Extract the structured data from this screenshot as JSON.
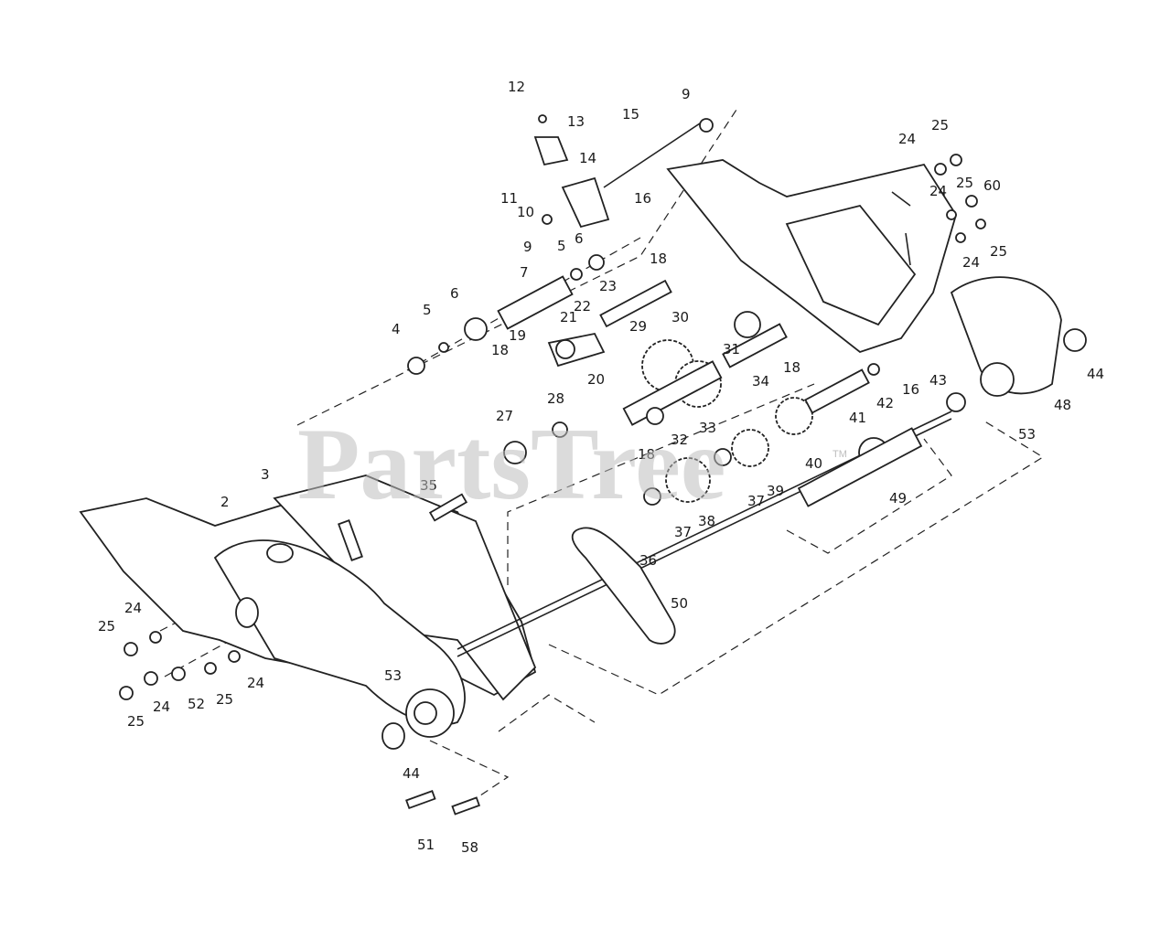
{
  "watermark": {
    "text": "PartsTree",
    "trademark": "TM"
  },
  "part_numbers": [
    "12",
    "13",
    "9",
    "15",
    "14",
    "11",
    "10",
    "16",
    "9",
    "6",
    "5",
    "7",
    "23",
    "18",
    "6",
    "5",
    "4",
    "22",
    "21",
    "19",
    "18",
    "20",
    "30",
    "29",
    "31",
    "18",
    "34",
    "33",
    "28",
    "27",
    "32",
    "18",
    "35",
    "3",
    "2",
    "37",
    "38",
    "37",
    "36",
    "39",
    "40",
    "41",
    "42",
    "16",
    "43",
    "24",
    "25",
    "24",
    "25",
    "60",
    "24",
    "25",
    "44",
    "48",
    "53",
    "49",
    "50",
    "25",
    "24",
    "25",
    "24",
    "52",
    "25",
    "24",
    "53",
    "44",
    "51",
    "58"
  ]
}
